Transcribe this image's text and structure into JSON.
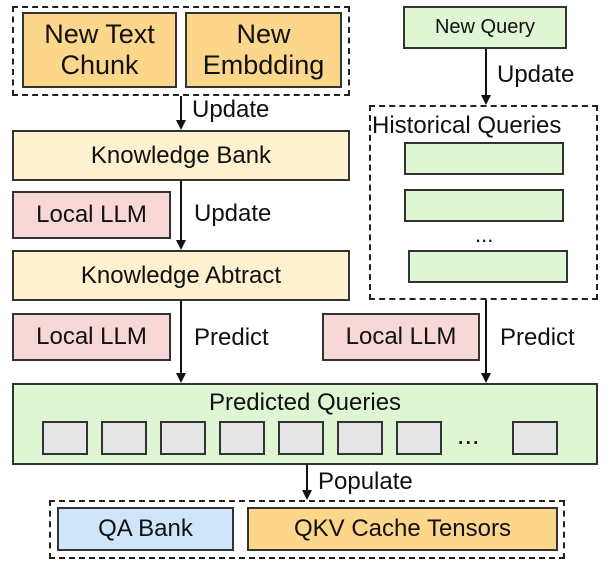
{
  "top_left_group": {
    "new_text_chunk": "New Text\nChunk",
    "new_embedding": "New\nEmbdding"
  },
  "update_label_1": "Update",
  "knowledge_bank": "Knowledge Bank",
  "local_llm_1": "Local LLM",
  "update_label_2": "Update",
  "knowledge_abstract": "Knowledge Abtract",
  "local_llm_2": "Local LLM",
  "predict_label_1": "Predict",
  "new_query": "New Query",
  "update_label_3": "Update",
  "historical_queries": {
    "title": "Historical Queries",
    "ellipsis": "..."
  },
  "local_llm_3": "Local LLM",
  "predict_label_2": "Predict",
  "predicted_queries": {
    "title": "Predicted Queries",
    "ellipsis": "..."
  },
  "populate_label": "Populate",
  "qa_bank": "QA Bank",
  "qkv_cache": "QKV Cache Tensors",
  "colors": {
    "knowledge": "#fce9b6",
    "orange": "#fbd68b",
    "llm": "#f8d7d7",
    "query": "#dff5d3",
    "qa_bank": "#cfe6fa",
    "cell": "#e6e6e6"
  }
}
